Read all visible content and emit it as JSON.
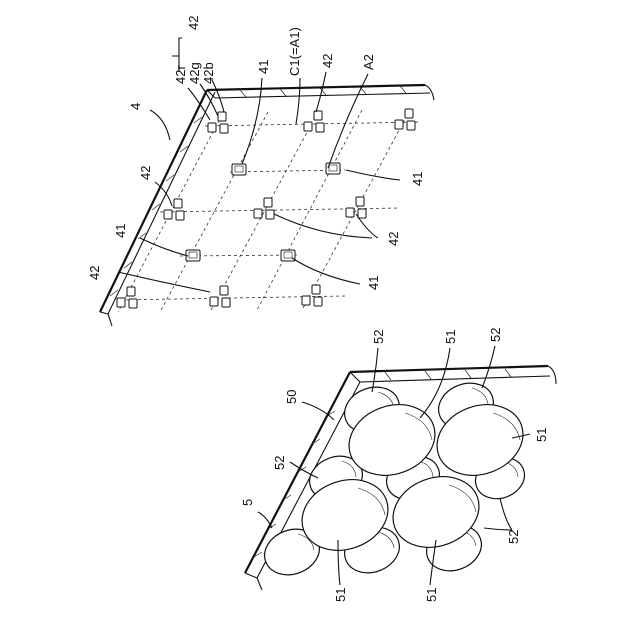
{
  "labels": {
    "ref_4": "4",
    "ref_5": "5",
    "ref_42_top": "42",
    "ref_42r": "42r",
    "ref_42g": "42g",
    "ref_42b": "42b",
    "ref_41_top": "41",
    "ref_c1": "C1(=A1)",
    "ref_42_upper": "42",
    "ref_a2": "A2",
    "ref_42_left_upper": "42",
    "ref_41_right_upper": "41",
    "ref_41_left": "41",
    "ref_42_center": "42",
    "ref_42_left_lower": "42",
    "ref_41_right_lower": "41",
    "ref_50": "50",
    "ref_52_top_left": "52",
    "ref_51_top": "51",
    "ref_52_top_right": "52",
    "ref_51_right": "51",
    "ref_52_left": "52",
    "ref_52_bottom_right": "52",
    "ref_51_bottom_left": "51",
    "ref_51_bottom": "51"
  }
}
